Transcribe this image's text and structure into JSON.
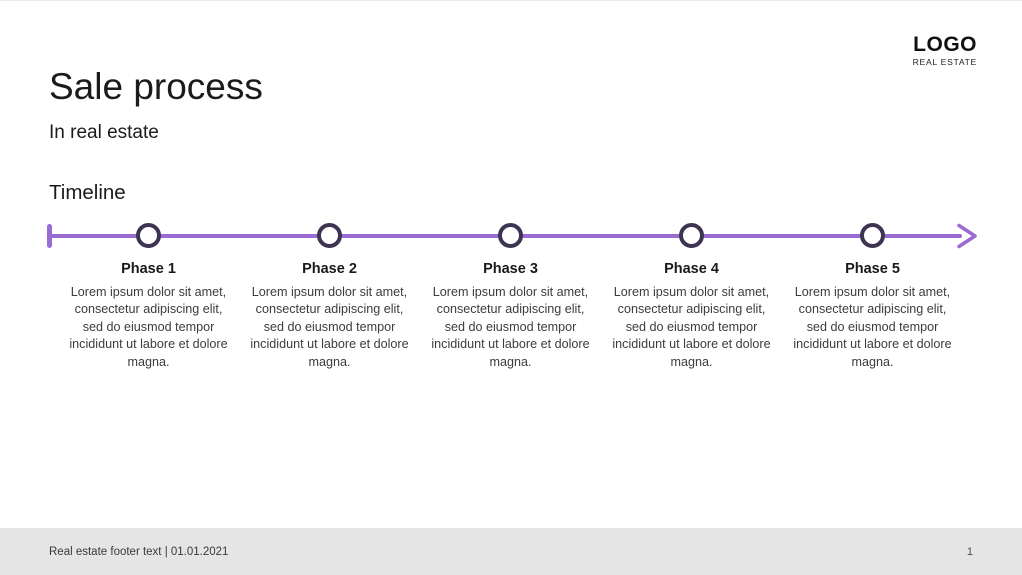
{
  "logo": {
    "name": "LOGO",
    "tagline": "REAL ESTATE"
  },
  "header": {
    "title": "Sale process",
    "subtitle": "In real estate"
  },
  "timeline": {
    "heading": "Timeline",
    "phases": [
      {
        "title": "Phase 1",
        "description": "Lorem ipsum dolor sit amet, consectetur adipiscing elit, sed do eiusmod tempor incididunt ut labore et dolore magna."
      },
      {
        "title": "Phase 2",
        "description": "Lorem ipsum dolor sit amet, consectetur adipiscing elit, sed do eiusmod tempor incididunt ut labore et dolore magna."
      },
      {
        "title": "Phase 3",
        "description": "Lorem ipsum dolor sit amet, consectetur adipiscing elit, sed do eiusmod tempor incididunt ut labore et dolore magna."
      },
      {
        "title": "Phase 4",
        "description": "Lorem ipsum dolor sit amet, consectetur adipiscing elit, sed do eiusmod tempor incididunt ut labore et dolore magna."
      },
      {
        "title": "Phase 5",
        "description": "Lorem ipsum dolor sit amet, consectetur adipiscing elit, sed do eiusmod tempor incididunt ut labore et dolore magna."
      }
    ]
  },
  "footer": {
    "text": "Real estate footer text | 01.01.2021",
    "page_number": "1"
  },
  "colors": {
    "timeline_purple": "#9a6cd2",
    "node_border": "#3d3452"
  }
}
